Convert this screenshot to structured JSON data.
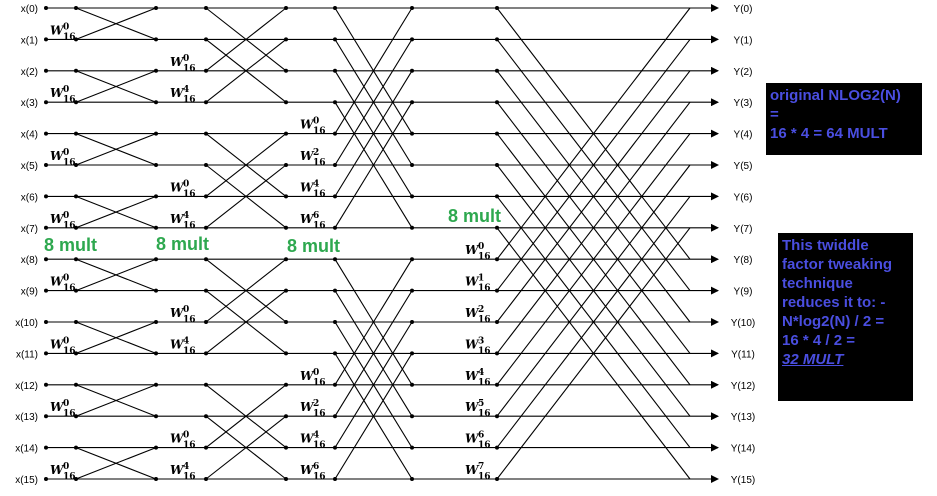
{
  "inputs": [
    "x(0)",
    "x(1)",
    "x(2)",
    "x(3)",
    "x(4)",
    "x(5)",
    "x(6)",
    "x(7)",
    "x(8)",
    "x(9)",
    "x(10)",
    "x(11)",
    "x(12)",
    "x(13)",
    "x(14)",
    "x(15)"
  ],
  "outputs": [
    "Y(0)",
    "Y(1)",
    "Y(2)",
    "Y(3)",
    "Y(4)",
    "Y(5)",
    "Y(6)",
    "Y(7)",
    "Y(8)",
    "Y(9)",
    "Y(10)",
    "Y(11)",
    "Y(12)",
    "Y(13)",
    "Y(14)",
    "Y(15)"
  ],
  "twiddle_base": "W",
  "twiddle_sub": "16",
  "stages": [
    {
      "span": 1,
      "twiddles": [
        {
          "row": 1,
          "exp": "0"
        },
        {
          "row": 3,
          "exp": "0"
        },
        {
          "row": 5,
          "exp": "0"
        },
        {
          "row": 7,
          "exp": "0"
        },
        {
          "row": 9,
          "exp": "0"
        },
        {
          "row": 11,
          "exp": "0"
        },
        {
          "row": 13,
          "exp": "0"
        },
        {
          "row": 15,
          "exp": "0"
        }
      ]
    },
    {
      "span": 2,
      "twiddles": [
        {
          "row": 2,
          "exp": "0"
        },
        {
          "row": 3,
          "exp": "4"
        },
        {
          "row": 6,
          "exp": "0"
        },
        {
          "row": 7,
          "exp": "4"
        },
        {
          "row": 10,
          "exp": "0"
        },
        {
          "row": 11,
          "exp": "4"
        },
        {
          "row": 14,
          "exp": "0"
        },
        {
          "row": 15,
          "exp": "4"
        }
      ]
    },
    {
      "span": 4,
      "twiddles": [
        {
          "row": 4,
          "exp": "0"
        },
        {
          "row": 5,
          "exp": "2"
        },
        {
          "row": 6,
          "exp": "4"
        },
        {
          "row": 7,
          "exp": "6"
        },
        {
          "row": 12,
          "exp": "0"
        },
        {
          "row": 13,
          "exp": "2"
        },
        {
          "row": 14,
          "exp": "4"
        },
        {
          "row": 15,
          "exp": "6"
        }
      ]
    },
    {
      "span": 8,
      "twiddles": [
        {
          "row": 8,
          "exp": "0"
        },
        {
          "row": 9,
          "exp": "1"
        },
        {
          "row": 10,
          "exp": "2"
        },
        {
          "row": 11,
          "exp": "3"
        },
        {
          "row": 12,
          "exp": "4"
        },
        {
          "row": 13,
          "exp": "5"
        },
        {
          "row": 14,
          "exp": "6"
        },
        {
          "row": 15,
          "exp": "7"
        }
      ]
    }
  ],
  "mult_labels": [
    "8 mult",
    "8 mult",
    "8 mult",
    "8 mult"
  ],
  "note_top": {
    "line1": "original NLOG2(N)",
    "line2": "=",
    "line3": "16 * 4 = 64 MULT"
  },
  "note_bottom": {
    "line1": "This twiddle",
    "line2": "factor tweaking",
    "line3": "technique",
    "line4": "reduces it to: -",
    "line5": "N*log2(N) / 2 =",
    "line6": "16 * 4 / 2 =",
    "line7": "32 MULT"
  },
  "colors": {
    "mult": "#2ea84f",
    "note_text": "#4a4ee0",
    "note_bg": "#000000"
  }
}
